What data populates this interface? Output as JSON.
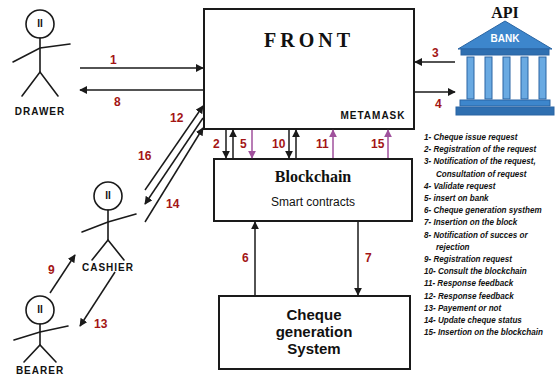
{
  "diagram": {
    "nodes": [
      {
        "text": [
          "II",
          "DRAWER"
        ]
      },
      {
        "text": [
          "FRONT",
          "METAMASK"
        ]
      },
      {
        "text": [
          "API",
          "BANK"
        ]
      },
      {
        "text": [
          "II",
          "CASHIER"
        ]
      },
      {
        "text": [
          "Blockchain",
          "Smart contracts"
        ]
      },
      {
        "text": [
          "II",
          "BEARER"
        ]
      },
      {
        "text": [
          "Cheque generation System"
        ]
      }
    ],
    "edges": [
      {
        "from": 0,
        "to": 1,
        "arrow": "to",
        "label": "1"
      },
      {
        "from": 1,
        "to": 0,
        "arrow": "to",
        "label": "8"
      },
      {
        "from": 2,
        "to": 1,
        "arrow": "to",
        "label": "3"
      },
      {
        "from": 1,
        "to": 2,
        "arrow": "to",
        "label": "4"
      },
      {
        "from": 1,
        "to": 4,
        "arrow": "to",
        "label": "2"
      },
      {
        "from": 4,
        "to": 1,
        "arrow": "to"
      },
      {
        "from": 1,
        "to": 4,
        "arrow": "to",
        "label": "5"
      },
      {
        "from": 1,
        "to": 4,
        "arrow": "to",
        "label": "10"
      },
      {
        "from": 4,
        "to": 1,
        "arrow": "to"
      },
      {
        "from": 4,
        "to": 1,
        "arrow": "to",
        "label": "11"
      },
      {
        "from": 4,
        "to": 1,
        "arrow": "to",
        "label": "15"
      },
      {
        "from": 6,
        "to": 4,
        "arrow": "to",
        "label": "6"
      },
      {
        "from": 4,
        "to": 6,
        "arrow": "to",
        "label": "7"
      },
      {
        "from": 3,
        "to": 1,
        "arrow": "to",
        "label": "16"
      },
      {
        "from": 1,
        "to": 3,
        "arrow": "to",
        "label": "12"
      },
      {
        "from": 3,
        "to": 1,
        "arrow": "to",
        "label": "14"
      },
      {
        "from": 5,
        "to": 3,
        "arrow": "to",
        "label": "9"
      },
      {
        "from": 3,
        "to": 5,
        "arrow": "to",
        "label": "13"
      }
    ],
    "labels": [
      "1- Cheque issue request",
      "2- Registration of the request",
      "3- Notification of the request, Consultation of request",
      "4- Validate request",
      "5- insert on bank",
      "6- Cheque generation systhem",
      "7- Insertion on the block",
      "8- Notification of succes or rejection",
      "9- Registration request",
      "10- Consult the blockchain",
      "11- Response feedback",
      "12- Response feedback",
      "13- Payement or not",
      "14- Update cheque status",
      "15- Insertion on the blockchain"
    ]
  }
}
